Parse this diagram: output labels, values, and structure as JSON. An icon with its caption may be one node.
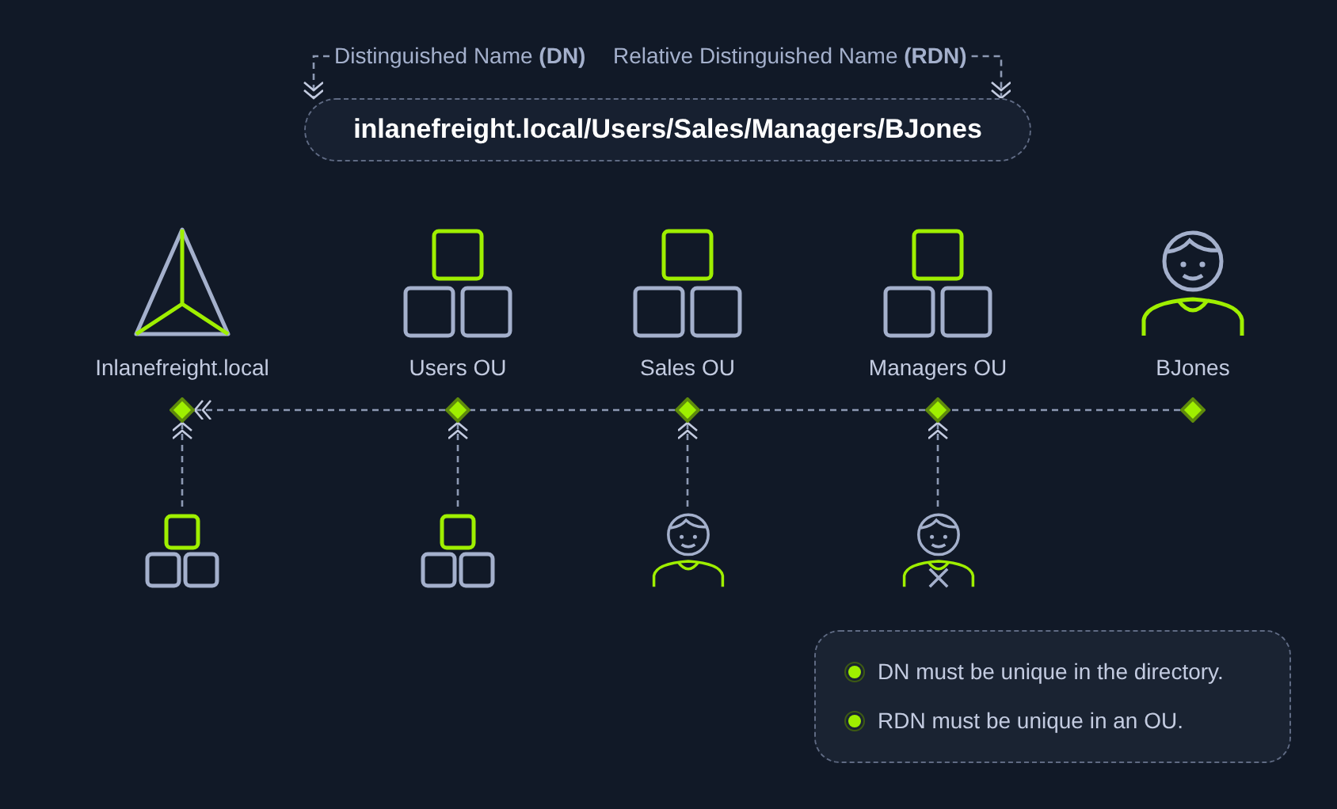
{
  "diagram": {
    "nodes": [
      {
        "text": [
          "Distinguished Name **(DN)**"
        ]
      },
      {
        "text": [
          "Relative Distinguished Name **(RDN)**"
        ]
      },
      {
        "text": [
          "inlanefreight.local/Users/Sales/Managers/BJones"
        ]
      },
      {
        "text": [
          "Inlanefreight.local"
        ]
      },
      {
        "text": [
          "Users OU"
        ]
      },
      {
        "text": [
          "Sales OU"
        ]
      },
      {
        "text": [
          "Managers OU"
        ]
      },
      {
        "text": [
          "BJones"
        ]
      },
      {
        "text": [],
        "shape": "diamond"
      },
      {
        "text": [],
        "shape": "diamond"
      },
      {
        "text": [],
        "shape": "diamond"
      },
      {
        "text": [],
        "shape": "diamond"
      },
      {
        "text": [],
        "shape": "diamond"
      },
      {
        "text": [],
        "shape": "picture"
      },
      {
        "text": [],
        "shape": "picture"
      },
      {
        "text": [],
        "shape": "picture"
      },
      {
        "text": [],
        "shape": "picture"
      },
      {
        "text": [
          "DN must be unique in the directory.",
          "RDN must be unique in an OU."
        ]
      }
    ],
    "edges": [
      {
        "from": 0,
        "to": 2,
        "arrow": "to",
        "style": "dashed"
      },
      {
        "from": 1,
        "to": 2,
        "arrow": "to",
        "style": "dashed"
      },
      {
        "from": 12,
        "to": 11,
        "arrow": "none",
        "style": "dashed"
      },
      {
        "from": 11,
        "to": 10,
        "arrow": "none",
        "style": "dashed"
      },
      {
        "from": 10,
        "to": 9,
        "arrow": "none",
        "style": "dashed"
      },
      {
        "from": 9,
        "to": 8,
        "arrow": "to",
        "style": "dashed"
      },
      {
        "from": 13,
        "to": 8,
        "arrow": "to",
        "style": "dashed"
      },
      {
        "from": 14,
        "to": 9,
        "arrow": "to",
        "style": "dashed"
      },
      {
        "from": 15,
        "to": 10,
        "arrow": "to",
        "style": "dashed"
      },
      {
        "from": 16,
        "to": 11,
        "arrow": "to",
        "style": "dashed"
      }
    ]
  }
}
